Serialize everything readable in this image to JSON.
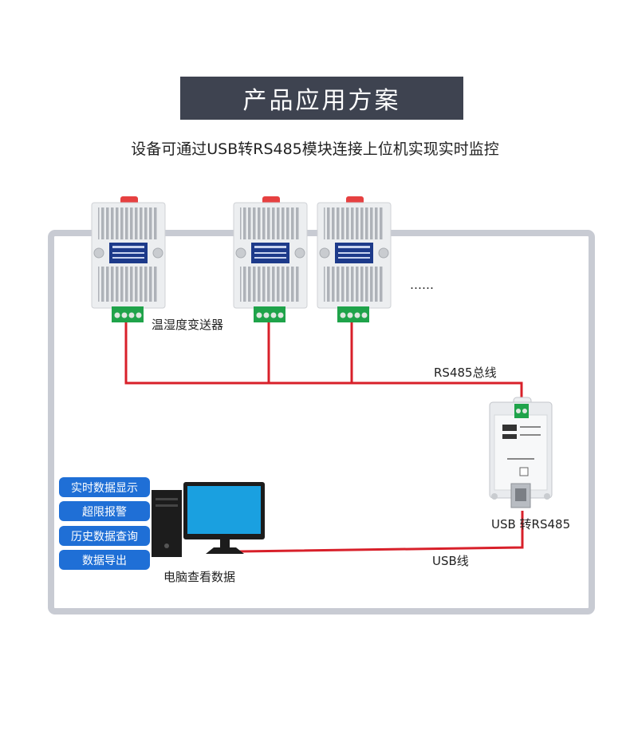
{
  "header": {
    "title": "产品应用方案",
    "subtitle": "设备可通过USB转RS485模块连接上位机实现实时监控"
  },
  "diagram": {
    "sensor_label": "温湿度变送器",
    "ellipsis": "……",
    "bus_label": "RS485总线",
    "converter_label": "USB 转RS485",
    "usb_label": "USB线",
    "computer_label": "电脑查看数据",
    "functions": [
      "实时数据显示",
      "超限报警",
      "历史数据查询",
      "数据导出"
    ]
  },
  "colors": {
    "title_bg": "#3e4350",
    "wire": "#d8202a",
    "pill": "#1f6fd6",
    "frame": "#c8cbd3",
    "monitor_screen": "#1aa0e0"
  }
}
